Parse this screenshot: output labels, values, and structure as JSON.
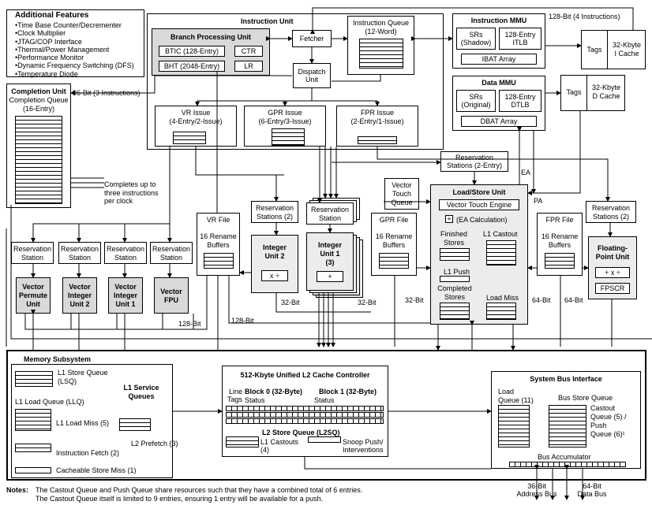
{
  "features": {
    "title": "Additional Features",
    "items": [
      "Time Base Counter/Decrementer",
      "Clock Multiplier",
      "JTAG/COP Interface",
      "Thermal/Power Management",
      "Performance Monitor",
      "Dynamic Frequency Switching (DFS)",
      "Temperature Diode"
    ]
  },
  "completion": {
    "title": "Completion Unit",
    "queue": "Completion Queue",
    "entries": "(16-Entry)",
    "note": "Completes up to three instructions per clock"
  },
  "instr_unit": {
    "title": "Instruction Unit",
    "bpu": "Branch Processing Unit",
    "btic": "BTIC (128-Entry)",
    "bht": "BHT (2048-Entry)",
    "ctr": "CTR",
    "lr": "LR",
    "fetcher": "Fetcher",
    "iq": "Instruction Queue",
    "iq_size": "(12-Word)",
    "dispatch": "Dispatch Unit",
    "vr_issue": "VR Issue",
    "vr_issue_sub": "(4-Entry/2-Issue)",
    "gpr_issue": "GPR Issue",
    "gpr_issue_sub": "(6-Entry/3-Issue)",
    "fpr_issue": "FPR Issue",
    "fpr_issue_sub": "(2-Entry/1-Issue)"
  },
  "immu": {
    "title": "Instruction MMU",
    "srs": "SRs",
    "srs_sub": "(Shadow)",
    "itlb": "128-Entry",
    "itlb_sub": "ITLB",
    "ibat": "IBAT Array"
  },
  "dmmu": {
    "title": "Data MMU",
    "srs": "SRs",
    "srs_sub": "(Original)",
    "dtlb": "128-Entry",
    "dtlb_sub": "DTLB",
    "dbat": "DBAT Array"
  },
  "icache": {
    "tags": "Tags",
    "label": "32-Kbyte",
    "label2": "I Cache"
  },
  "dcache": {
    "tags": "Tags",
    "label": "32-Kbyte",
    "label2": "D Cache"
  },
  "bus_labels": {
    "b128_4": "128-Bit (4 Instructions)",
    "b96_3": "96-Bit (3 Instructions)",
    "ea": "EA",
    "pa": "PA",
    "b32a": "32-Bit",
    "b32b": "32-Bit",
    "b32c": "32-Bit",
    "b64a": "64-Bit",
    "b64b": "64-Bit",
    "b128a": "128-Bit",
    "b128b": "128-Bit"
  },
  "rs": {
    "label": "Reservation",
    "label2": "Station",
    "label_s": "Stations (2)",
    "ls_rs": "Reservation",
    "ls_rs2": "Stations (2-Entry)"
  },
  "vector_units": [
    {
      "l1": "Vector",
      "l2": "Permute",
      "l3": "Unit"
    },
    {
      "l1": "Vector",
      "l2": "Integer",
      "l3": "Unit 2"
    },
    {
      "l1": "Vector",
      "l2": "Integer",
      "l3": "Unit 1"
    },
    {
      "l1": "Vector",
      "l2": "FPU",
      "l3": ""
    }
  ],
  "vr_file": {
    "title": "VR File",
    "sub": "16 Rename",
    "sub2": "Buffers"
  },
  "gpr_file": {
    "title": "GPR File",
    "sub": "16 Rename",
    "sub2": "Buffers"
  },
  "fpr_file": {
    "title": "FPR File",
    "sub": "16 Rename",
    "sub2": "Buffers"
  },
  "int2": {
    "l1": "Integer",
    "l2": "Unit 2",
    "op": "x ÷"
  },
  "int1": {
    "l1": "Integer",
    "l2": "Unit 1",
    "l3": "(3)",
    "op": "+"
  },
  "vtq": {
    "l1": "Vector",
    "l2": "Touch",
    "l3": "Queue"
  },
  "lsu": {
    "title": "Load/Store Unit",
    "vte": "Vector Touch Engine",
    "ea": "(EA Calculation)",
    "plus": "+",
    "finished": "Finished",
    "finished2": "Stores",
    "castout": "L1 Castout",
    "push": "L1 Push",
    "completed": "Completed",
    "completed2": "Stores",
    "loadmiss": "Load Miss"
  },
  "fpu": {
    "l1": "Floating-",
    "l2": "Point Unit",
    "op": "+ x ÷",
    "fpscr": "FPSCR"
  },
  "memsub": {
    "title": "Memory Subsystem",
    "lsq": "L1 Store Queue",
    "lsq2": "(LSQ)",
    "llq": "L1 Load Queue (LLQ)",
    "service": "L1 Service",
    "service2": "Queues",
    "loadmiss": "L1 Load Miss (5)",
    "prefetch": "L2 Prefetch (3)",
    "ifetch": "Instruction Fetch (2)",
    "cstore": "Cacheable Store Miss (1)"
  },
  "l2": {
    "title": "512-Kbyte Unified L2 Cache Controller",
    "line": "Line",
    "tags": "Tags",
    "block0": "Block 0 (32-Byte)",
    "block1": "Block 1 (32-Byte)",
    "status": "Status",
    "status2": "Status",
    "l2sq": "L2 Store Queue (L2SQ)",
    "castouts": "L1 Castouts",
    "castouts2": "(4)",
    "snoop": "Snoop Push/",
    "snoop2": "Interventions"
  },
  "sbi": {
    "title": "System Bus Interface",
    "loadq": "Load",
    "loadq2": "Queue (11)",
    "bsq": "Bus Store Queue",
    "castq": "Castout",
    "castq2": "Queue (5) /",
    "castq3": "Push",
    "castq4": "Queue (6)¹",
    "acc": "Bus Accumulator",
    "addr": "36-Bit",
    "addr2": "Address Bus",
    "data": "64-Bit",
    "data2": "Data Bus"
  },
  "notes": {
    "label": "Notes:",
    "line1": "The Castout Queue and Push Queue share resources such that they have a combined total of 6 entries.",
    "line2": "The Castout Queue itself is limited to 9 entries, ensuring 1 entry will be available for a push."
  }
}
